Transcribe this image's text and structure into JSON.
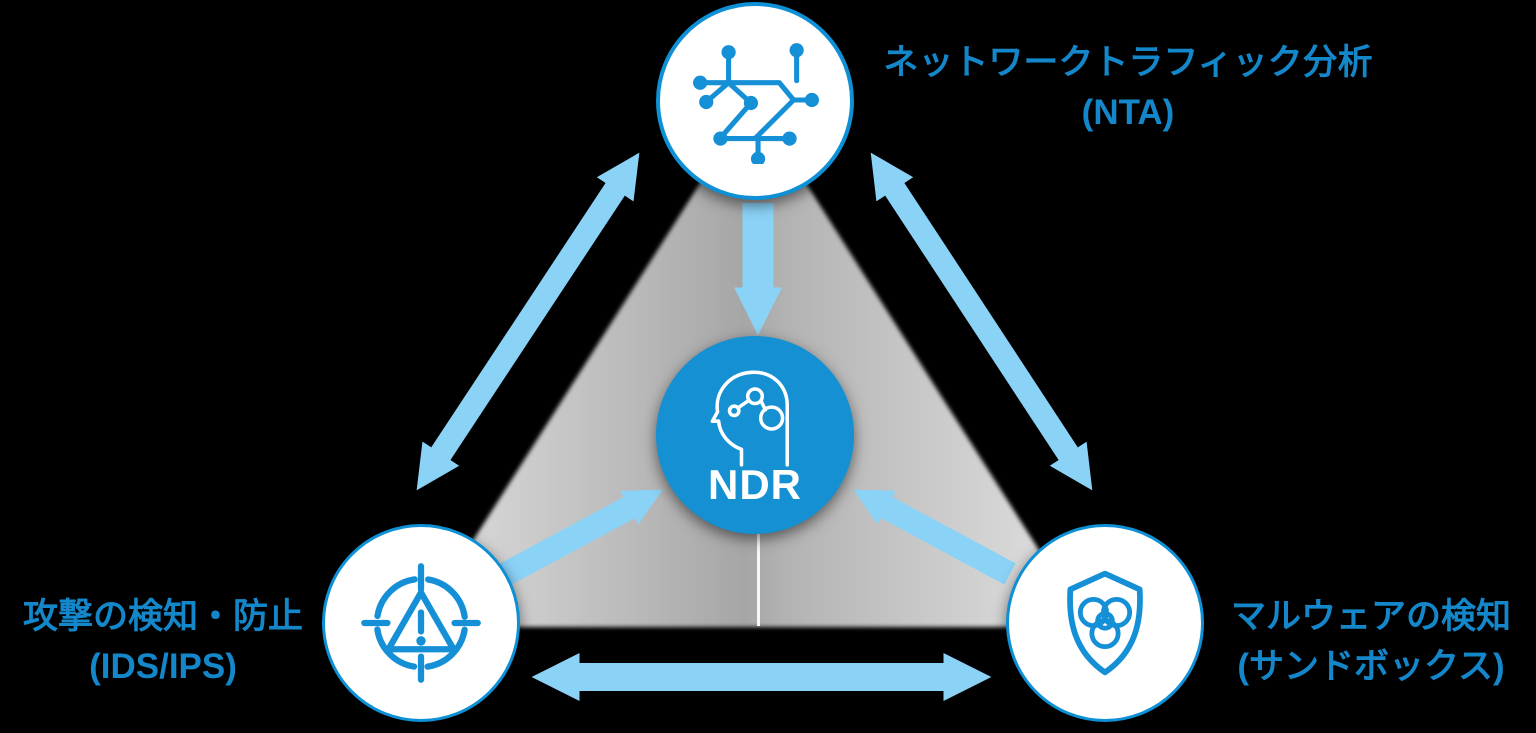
{
  "diagram": {
    "title_implicit": "NDR components diagram",
    "center": {
      "label": "NDR",
      "icon": "head-circuit-icon"
    },
    "nodes": {
      "top": {
        "title": "ネットワークトラフィック分析",
        "subtitle": "(NTA)",
        "icon": "network-graph-icon"
      },
      "bottom_left": {
        "title": "攻撃の検知・防止",
        "subtitle": "(IDS/IPS)",
        "icon": "target-alert-icon"
      },
      "bottom_right": {
        "title": "マルウェアの検知",
        "subtitle": "(サンドボックス)",
        "icon": "shield-biohazard-icon"
      }
    },
    "colors": {
      "background": "#000000",
      "accent_blue": "#1590D2",
      "icon_blue": "#1590D6",
      "border_blue": "#0D90D6",
      "label_blue": "#1487CA",
      "arrow_blue": "#8BD2F7",
      "triangle_edge": "#E8E8E8",
      "triangle_center": "#A6A6A6",
      "node_fill": "#FFFFFF"
    }
  }
}
